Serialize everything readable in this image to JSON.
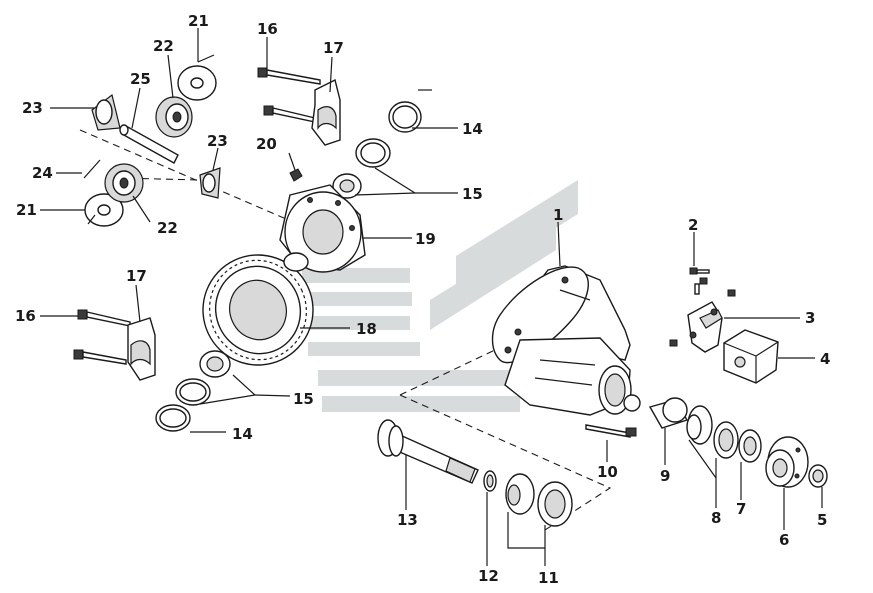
{
  "diagram": {
    "callouts": [
      {
        "id": "c1",
        "label": "1"
      },
      {
        "id": "c2",
        "label": "2"
      },
      {
        "id": "c3",
        "label": "3"
      },
      {
        "id": "c4",
        "label": "4"
      },
      {
        "id": "c5",
        "label": "5"
      },
      {
        "id": "c6",
        "label": "6"
      },
      {
        "id": "c7",
        "label": "7"
      },
      {
        "id": "c8",
        "label": "8"
      },
      {
        "id": "c9",
        "label": "9"
      },
      {
        "id": "c10",
        "label": "10"
      },
      {
        "id": "c11",
        "label": "11"
      },
      {
        "id": "c12",
        "label": "12"
      },
      {
        "id": "c13",
        "label": "13"
      },
      {
        "id": "c14a",
        "label": "14"
      },
      {
        "id": "c14b",
        "label": "14"
      },
      {
        "id": "c15a",
        "label": "15"
      },
      {
        "id": "c15b",
        "label": "15"
      },
      {
        "id": "c16a",
        "label": "16"
      },
      {
        "id": "c16b",
        "label": "16"
      },
      {
        "id": "c17a",
        "label": "17"
      },
      {
        "id": "c17b",
        "label": "17"
      },
      {
        "id": "c18",
        "label": "18"
      },
      {
        "id": "c19",
        "label": "19"
      },
      {
        "id": "c20",
        "label": "20"
      },
      {
        "id": "c21a",
        "label": "21"
      },
      {
        "id": "c21b",
        "label": "21"
      },
      {
        "id": "c22a",
        "label": "22"
      },
      {
        "id": "c22b",
        "label": "22"
      },
      {
        "id": "c23a",
        "label": "23"
      },
      {
        "id": "c23b",
        "label": "23"
      },
      {
        "id": "c24",
        "label": "24"
      },
      {
        "id": "c25",
        "label": "25"
      }
    ]
  }
}
